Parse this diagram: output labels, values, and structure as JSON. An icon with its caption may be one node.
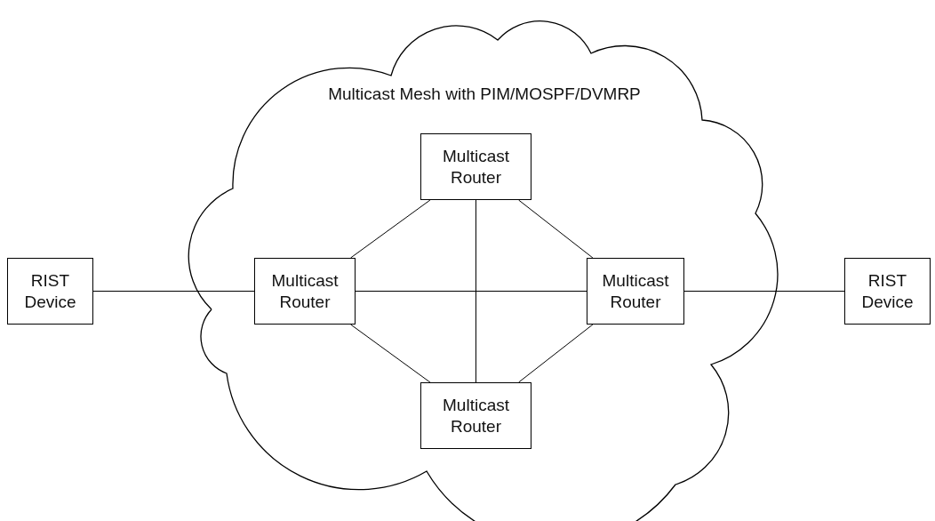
{
  "diagram": {
    "nodes": [
      {
        "text": [
          "Multicast Mesh with PIM/MOSPF/DVMRP"
        ]
      },
      {
        "text": [
          "Multicast Router"
        ],
        "in": 0
      },
      {
        "text": [
          "Multicast Router"
        ],
        "in": 0
      },
      {
        "text": [
          "Multicast Router"
        ],
        "in": 0
      },
      {
        "text": [
          "Multicast Router"
        ],
        "in": 0
      },
      {
        "text": [
          "RIST Device"
        ]
      },
      {
        "text": [
          "RIST Device"
        ]
      }
    ],
    "edges": [
      {
        "from": 5,
        "to": 2,
        "arrow": "none"
      },
      {
        "from": 2,
        "to": 3,
        "arrow": "none"
      },
      {
        "from": 1,
        "to": 4,
        "arrow": "none"
      },
      {
        "from": 1,
        "to": 2,
        "arrow": "none"
      },
      {
        "from": 1,
        "to": 3,
        "arrow": "none"
      },
      {
        "from": 2,
        "to": 4,
        "arrow": "none"
      },
      {
        "from": 3,
        "to": 4,
        "arrow": "none"
      },
      {
        "from": 3,
        "to": 6,
        "arrow": "none"
      }
    ]
  }
}
